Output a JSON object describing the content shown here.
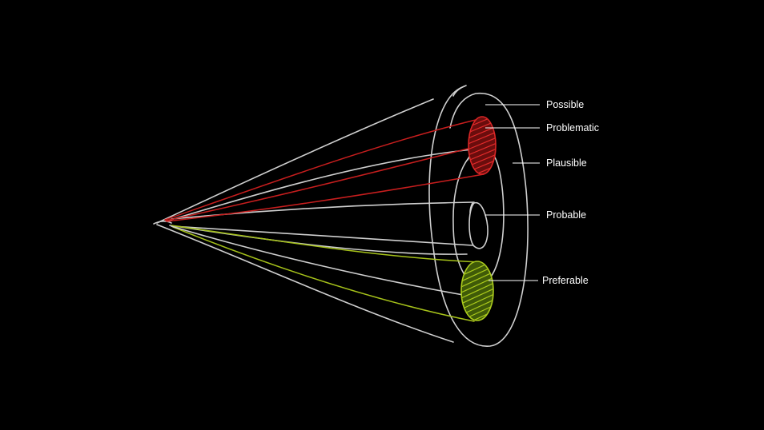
{
  "diagram": {
    "labels": {
      "possible": "Possible",
      "problematic": "Problematic",
      "plausible": "Plausible",
      "probable": "Probable",
      "preferable": "Preferable"
    },
    "colors": {
      "background": "#000000",
      "chalk": "#cfcfcf",
      "problematic": "#c81e1e",
      "preferable": "#a6c21a",
      "label_text": "#ffffff"
    }
  }
}
